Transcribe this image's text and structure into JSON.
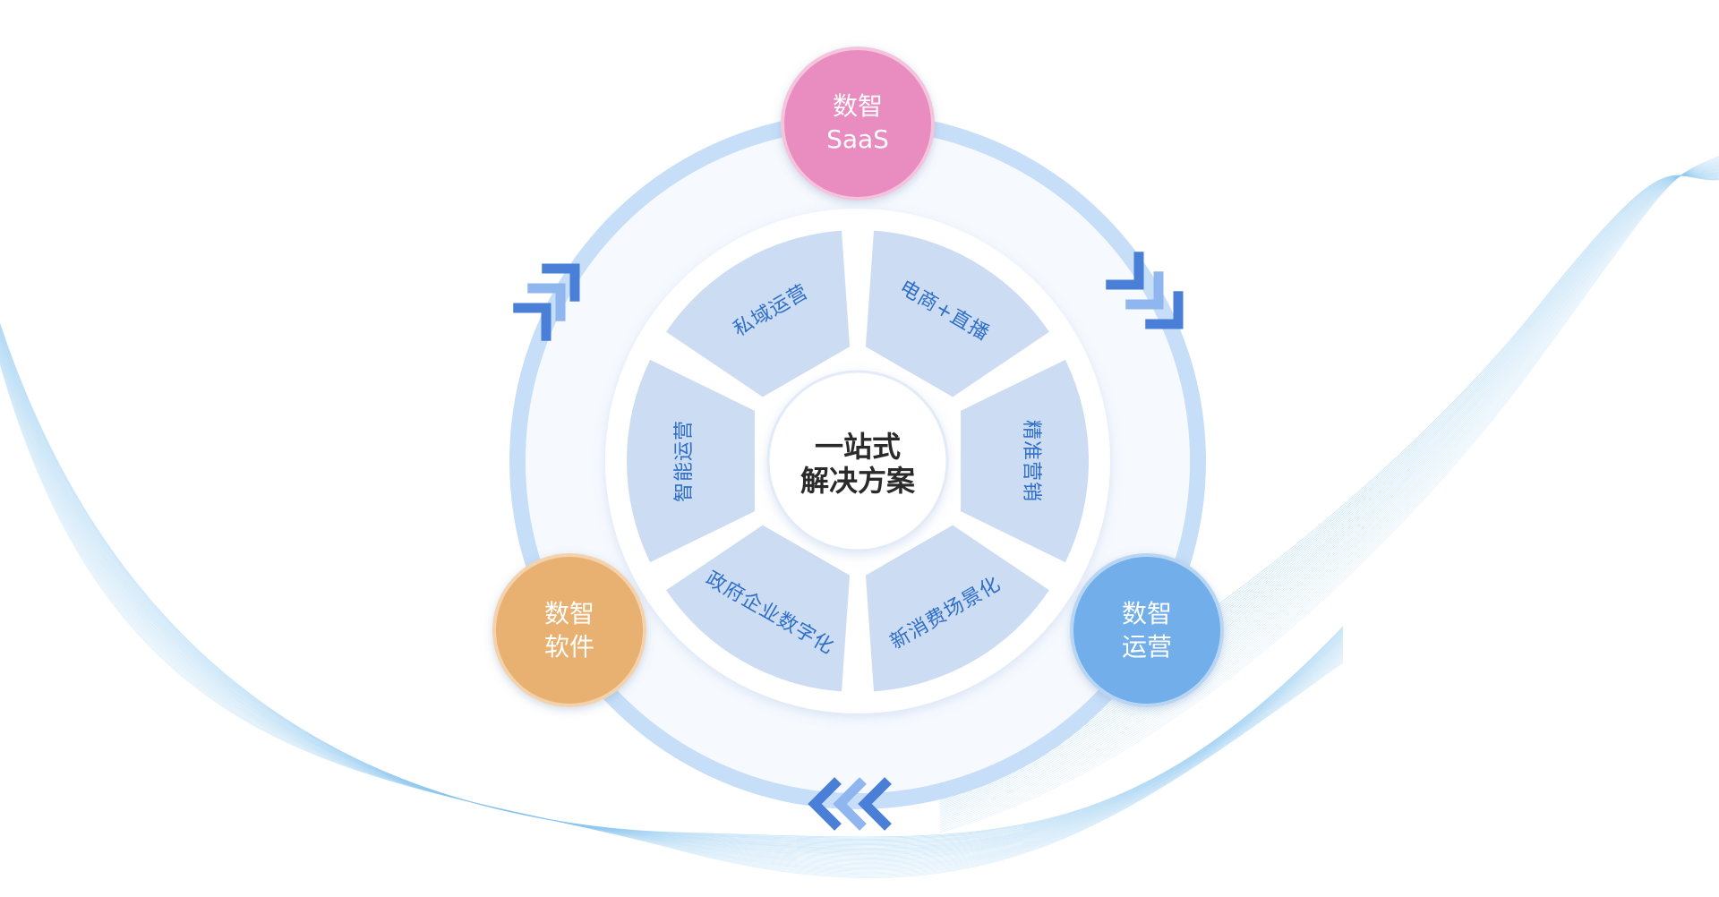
{
  "center": {
    "line1": "一站式",
    "line2": "解决方案"
  },
  "segments": [
    {
      "label": "私域运营"
    },
    {
      "label": "电商+直播"
    },
    {
      "label": "精准营销"
    },
    {
      "label": "新消费场景化"
    },
    {
      "label": "政府企业数字化"
    },
    {
      "label": "智能运营"
    }
  ],
  "nodes": {
    "saas": {
      "line1": "数智",
      "line2": "SaaS",
      "color": "#e98cbf"
    },
    "yunying": {
      "line1": "数智",
      "line2": "运营",
      "color": "#71aeea"
    },
    "ruanjian": {
      "line1": "数智",
      "line2": "软件",
      "color": "#e8b071"
    }
  },
  "colors": {
    "segment_fill": "#ccdcf3",
    "outer_ring": "#c6def8",
    "arrow_dark": "#4a7fd8",
    "arrow_light": "#8fb6ee",
    "wave": "#8ec8f0"
  },
  "icons": [
    "arrow-chevron-icon"
  ]
}
